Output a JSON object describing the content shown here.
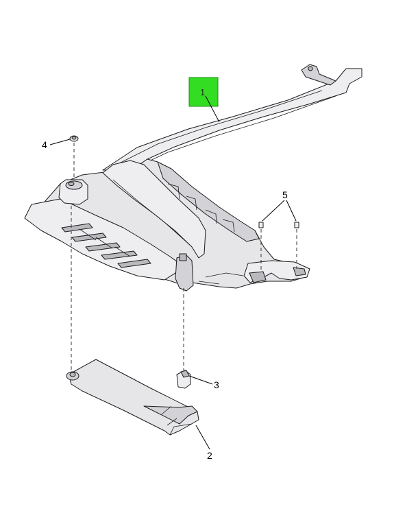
{
  "callouts": {
    "part_1": "1",
    "part_2": "2",
    "part_3": "3",
    "part_4": "4",
    "part_5": "5"
  },
  "highlight": {
    "color": "#33dd22",
    "border": "#1c8a12"
  }
}
